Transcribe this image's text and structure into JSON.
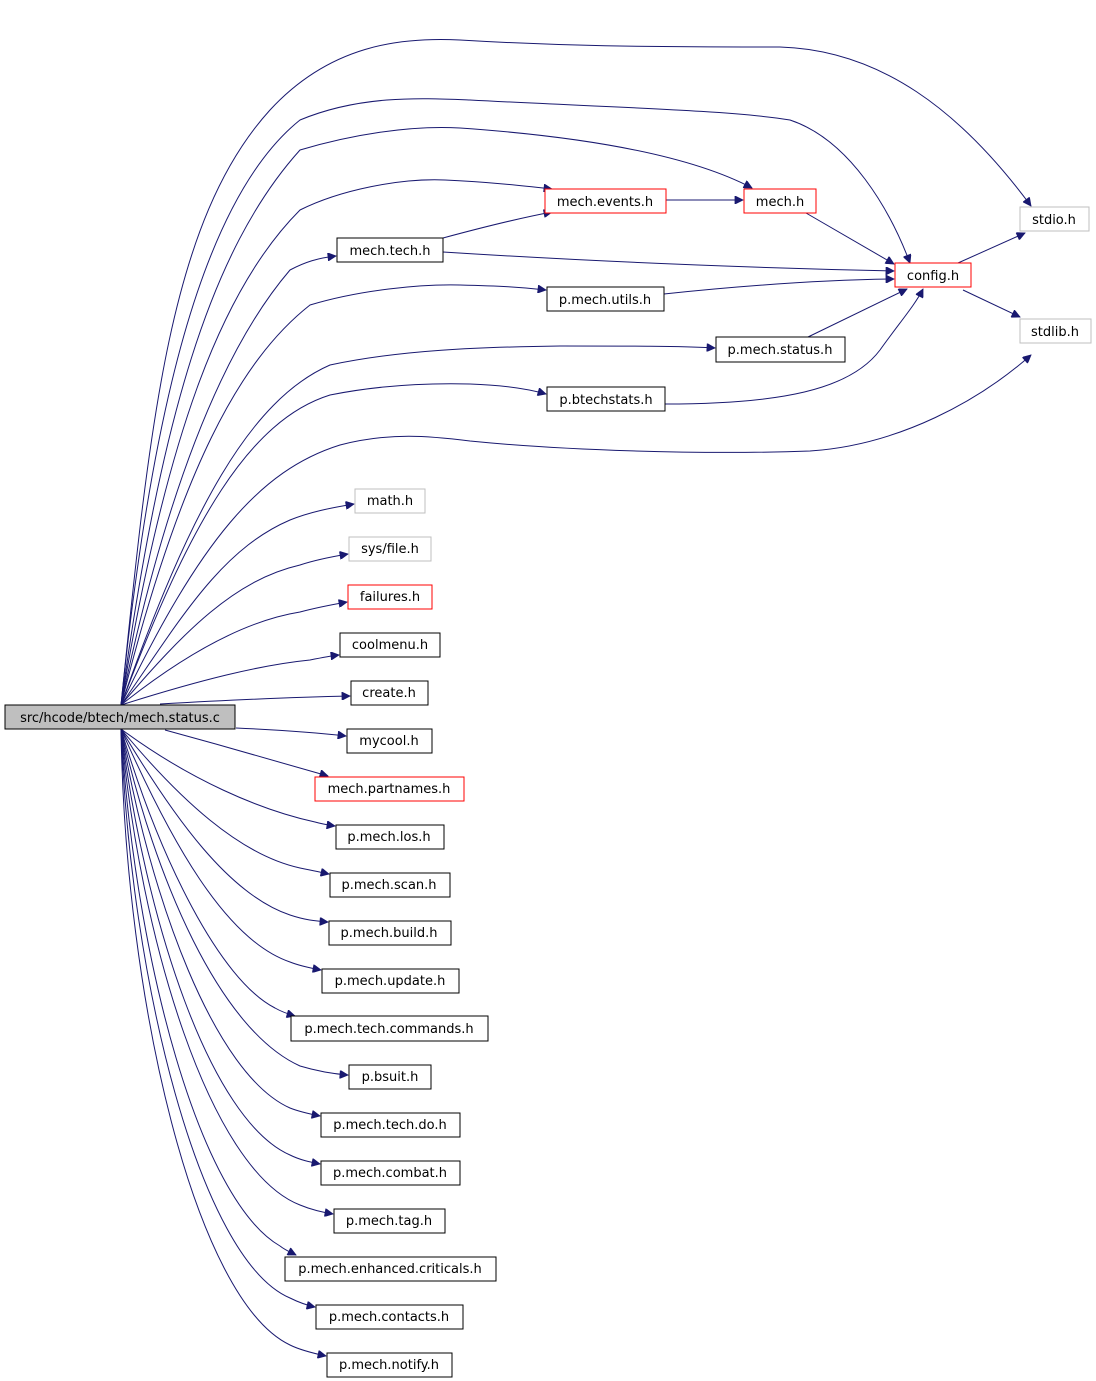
{
  "root": {
    "label": "src/hcode/btech/mech.status.c"
  },
  "nodes": {
    "mech_events_h": {
      "label": "mech.events.h",
      "kind": "red"
    },
    "mech_h": {
      "label": "mech.h",
      "kind": "red"
    },
    "mech_tech_h": {
      "label": "mech.tech.h",
      "kind": "black"
    },
    "config_h": {
      "label": "config.h",
      "kind": "red"
    },
    "stdio_h": {
      "label": "stdio.h",
      "kind": "gray"
    },
    "stdlib_h": {
      "label": "stdlib.h",
      "kind": "gray"
    },
    "p_mech_utils_h": {
      "label": "p.mech.utils.h",
      "kind": "black"
    },
    "p_mech_status_h": {
      "label": "p.mech.status.h",
      "kind": "black"
    },
    "p_btechstats_h": {
      "label": "p.btechstats.h",
      "kind": "black"
    },
    "math_h": {
      "label": "math.h",
      "kind": "gray"
    },
    "sys_file_h": {
      "label": "sys/file.h",
      "kind": "gray"
    },
    "failures_h": {
      "label": "failures.h",
      "kind": "red"
    },
    "coolmenu_h": {
      "label": "coolmenu.h",
      "kind": "black"
    },
    "create_h": {
      "label": "create.h",
      "kind": "black"
    },
    "mycool_h": {
      "label": "mycool.h",
      "kind": "black"
    },
    "mech_partnames_h": {
      "label": "mech.partnames.h",
      "kind": "red"
    },
    "p_mech_los_h": {
      "label": "p.mech.los.h",
      "kind": "black"
    },
    "p_mech_scan_h": {
      "label": "p.mech.scan.h",
      "kind": "black"
    },
    "p_mech_build_h": {
      "label": "p.mech.build.h",
      "kind": "black"
    },
    "p_mech_update_h": {
      "label": "p.mech.update.h",
      "kind": "black"
    },
    "p_mech_tech_commands_h": {
      "label": "p.mech.tech.commands.h",
      "kind": "black"
    },
    "p_bsuit_h": {
      "label": "p.bsuit.h",
      "kind": "black"
    },
    "p_mech_tech_do_h": {
      "label": "p.mech.tech.do.h",
      "kind": "black"
    },
    "p_mech_combat_h": {
      "label": "p.mech.combat.h",
      "kind": "black"
    },
    "p_mech_tag_h": {
      "label": "p.mech.tag.h",
      "kind": "black"
    },
    "p_mech_enhanced_criticals_h": {
      "label": "p.mech.enhanced.criticals.h",
      "kind": "black"
    },
    "p_mech_contacts_h": {
      "label": "p.mech.contacts.h",
      "kind": "black"
    },
    "p_mech_notify_h": {
      "label": "p.mech.notify.h",
      "kind": "black"
    }
  },
  "colors": {
    "root_fill": "#bfbfbf",
    "border_black": "#000000",
    "border_red": "#ff0000",
    "border_gray": "#bfbfbf",
    "edge": "#191970"
  }
}
